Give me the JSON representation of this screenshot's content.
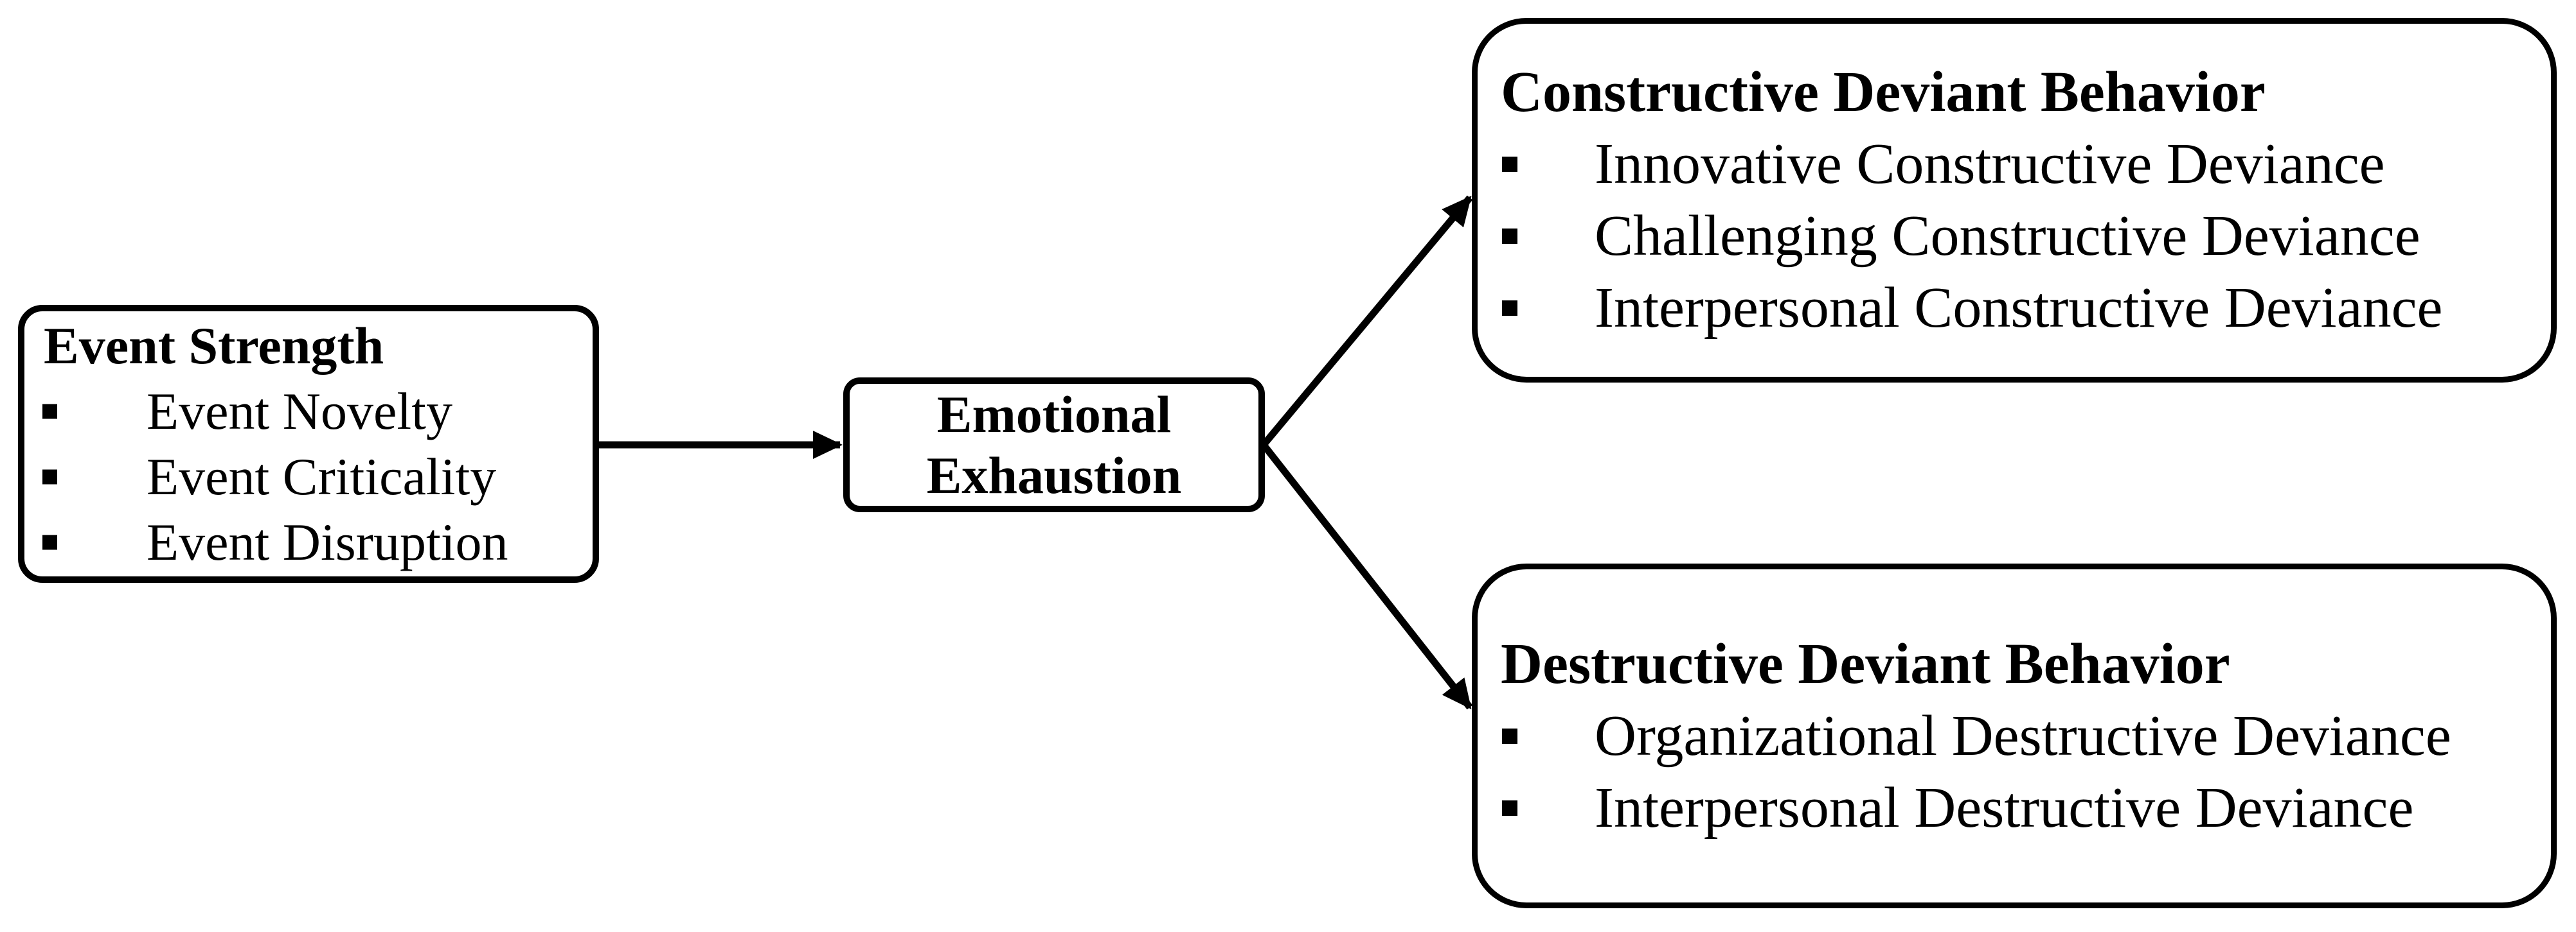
{
  "figure": {
    "colors": {
      "background": "#ffffff",
      "line": "#000000",
      "text": "#000000"
    },
    "boxes": {
      "event_strength": {
        "title": "Event Strength",
        "items": [
          "Event Novelty",
          "Event Criticality",
          "Event Disruption"
        ]
      },
      "emotional_exhaustion": {
        "title": "Emotional Exhaustion"
      },
      "constructive_deviant_behavior": {
        "title": "Constructive Deviant Behavior",
        "items": [
          "Innovative Constructive Deviance",
          "Challenging Constructive Deviance",
          "Interpersonal Constructive Deviance"
        ]
      },
      "destructive_deviant_behavior": {
        "title": "Destructive Deviant Behavior",
        "items": [
          "Organizational Destructive Deviance",
          "Interpersonal Destructive Deviance"
        ]
      }
    },
    "arrows": [
      {
        "from": "event_strength",
        "to": "emotional_exhaustion"
      },
      {
        "from": "emotional_exhaustion",
        "to": "constructive_deviant_behavior"
      },
      {
        "from": "emotional_exhaustion",
        "to": "destructive_deviant_behavior"
      }
    ]
  }
}
